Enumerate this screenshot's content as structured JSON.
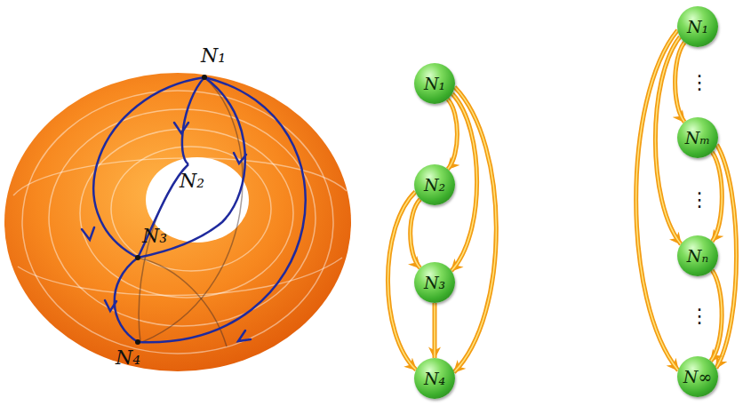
{
  "diagram": {
    "nodes": [
      {
        "text": [
          "N₁"
        ]
      },
      {
        "text": [
          "N₂"
        ]
      },
      {
        "text": [
          "N₃"
        ]
      },
      {
        "text": [
          "N₄"
        ]
      },
      {
        "text": [
          "N₁"
        ]
      },
      {
        "text": [
          "Nₘ"
        ]
      },
      {
        "text": [
          "Nₙ"
        ]
      },
      {
        "text": [
          "N∞"
        ]
      }
    ],
    "edges": [
      {
        "from": 0,
        "to": 1,
        "arrow": "to"
      },
      {
        "from": 0,
        "to": 2,
        "arrow": "to"
      },
      {
        "from": 0,
        "to": 3,
        "arrow": "to"
      },
      {
        "from": 1,
        "to": 2,
        "arrow": "to"
      },
      {
        "from": 1,
        "to": 3,
        "arrow": "to"
      },
      {
        "from": 2,
        "to": 3,
        "arrow": "to"
      },
      {
        "from": 4,
        "to": 5,
        "arrow": "to"
      },
      {
        "from": 4,
        "to": 6,
        "arrow": "to"
      },
      {
        "from": 4,
        "to": 7,
        "arrow": "to"
      },
      {
        "from": 5,
        "to": 6,
        "arrow": "to"
      },
      {
        "from": 5,
        "to": 7,
        "arrow": "to"
      },
      {
        "from": 6,
        "to": 7,
        "arrow": "to"
      }
    ],
    "labels": [
      "N₁",
      "N₂",
      "N₃",
      "N₄",
      "⋮",
      "⋮",
      "⋮"
    ]
  }
}
